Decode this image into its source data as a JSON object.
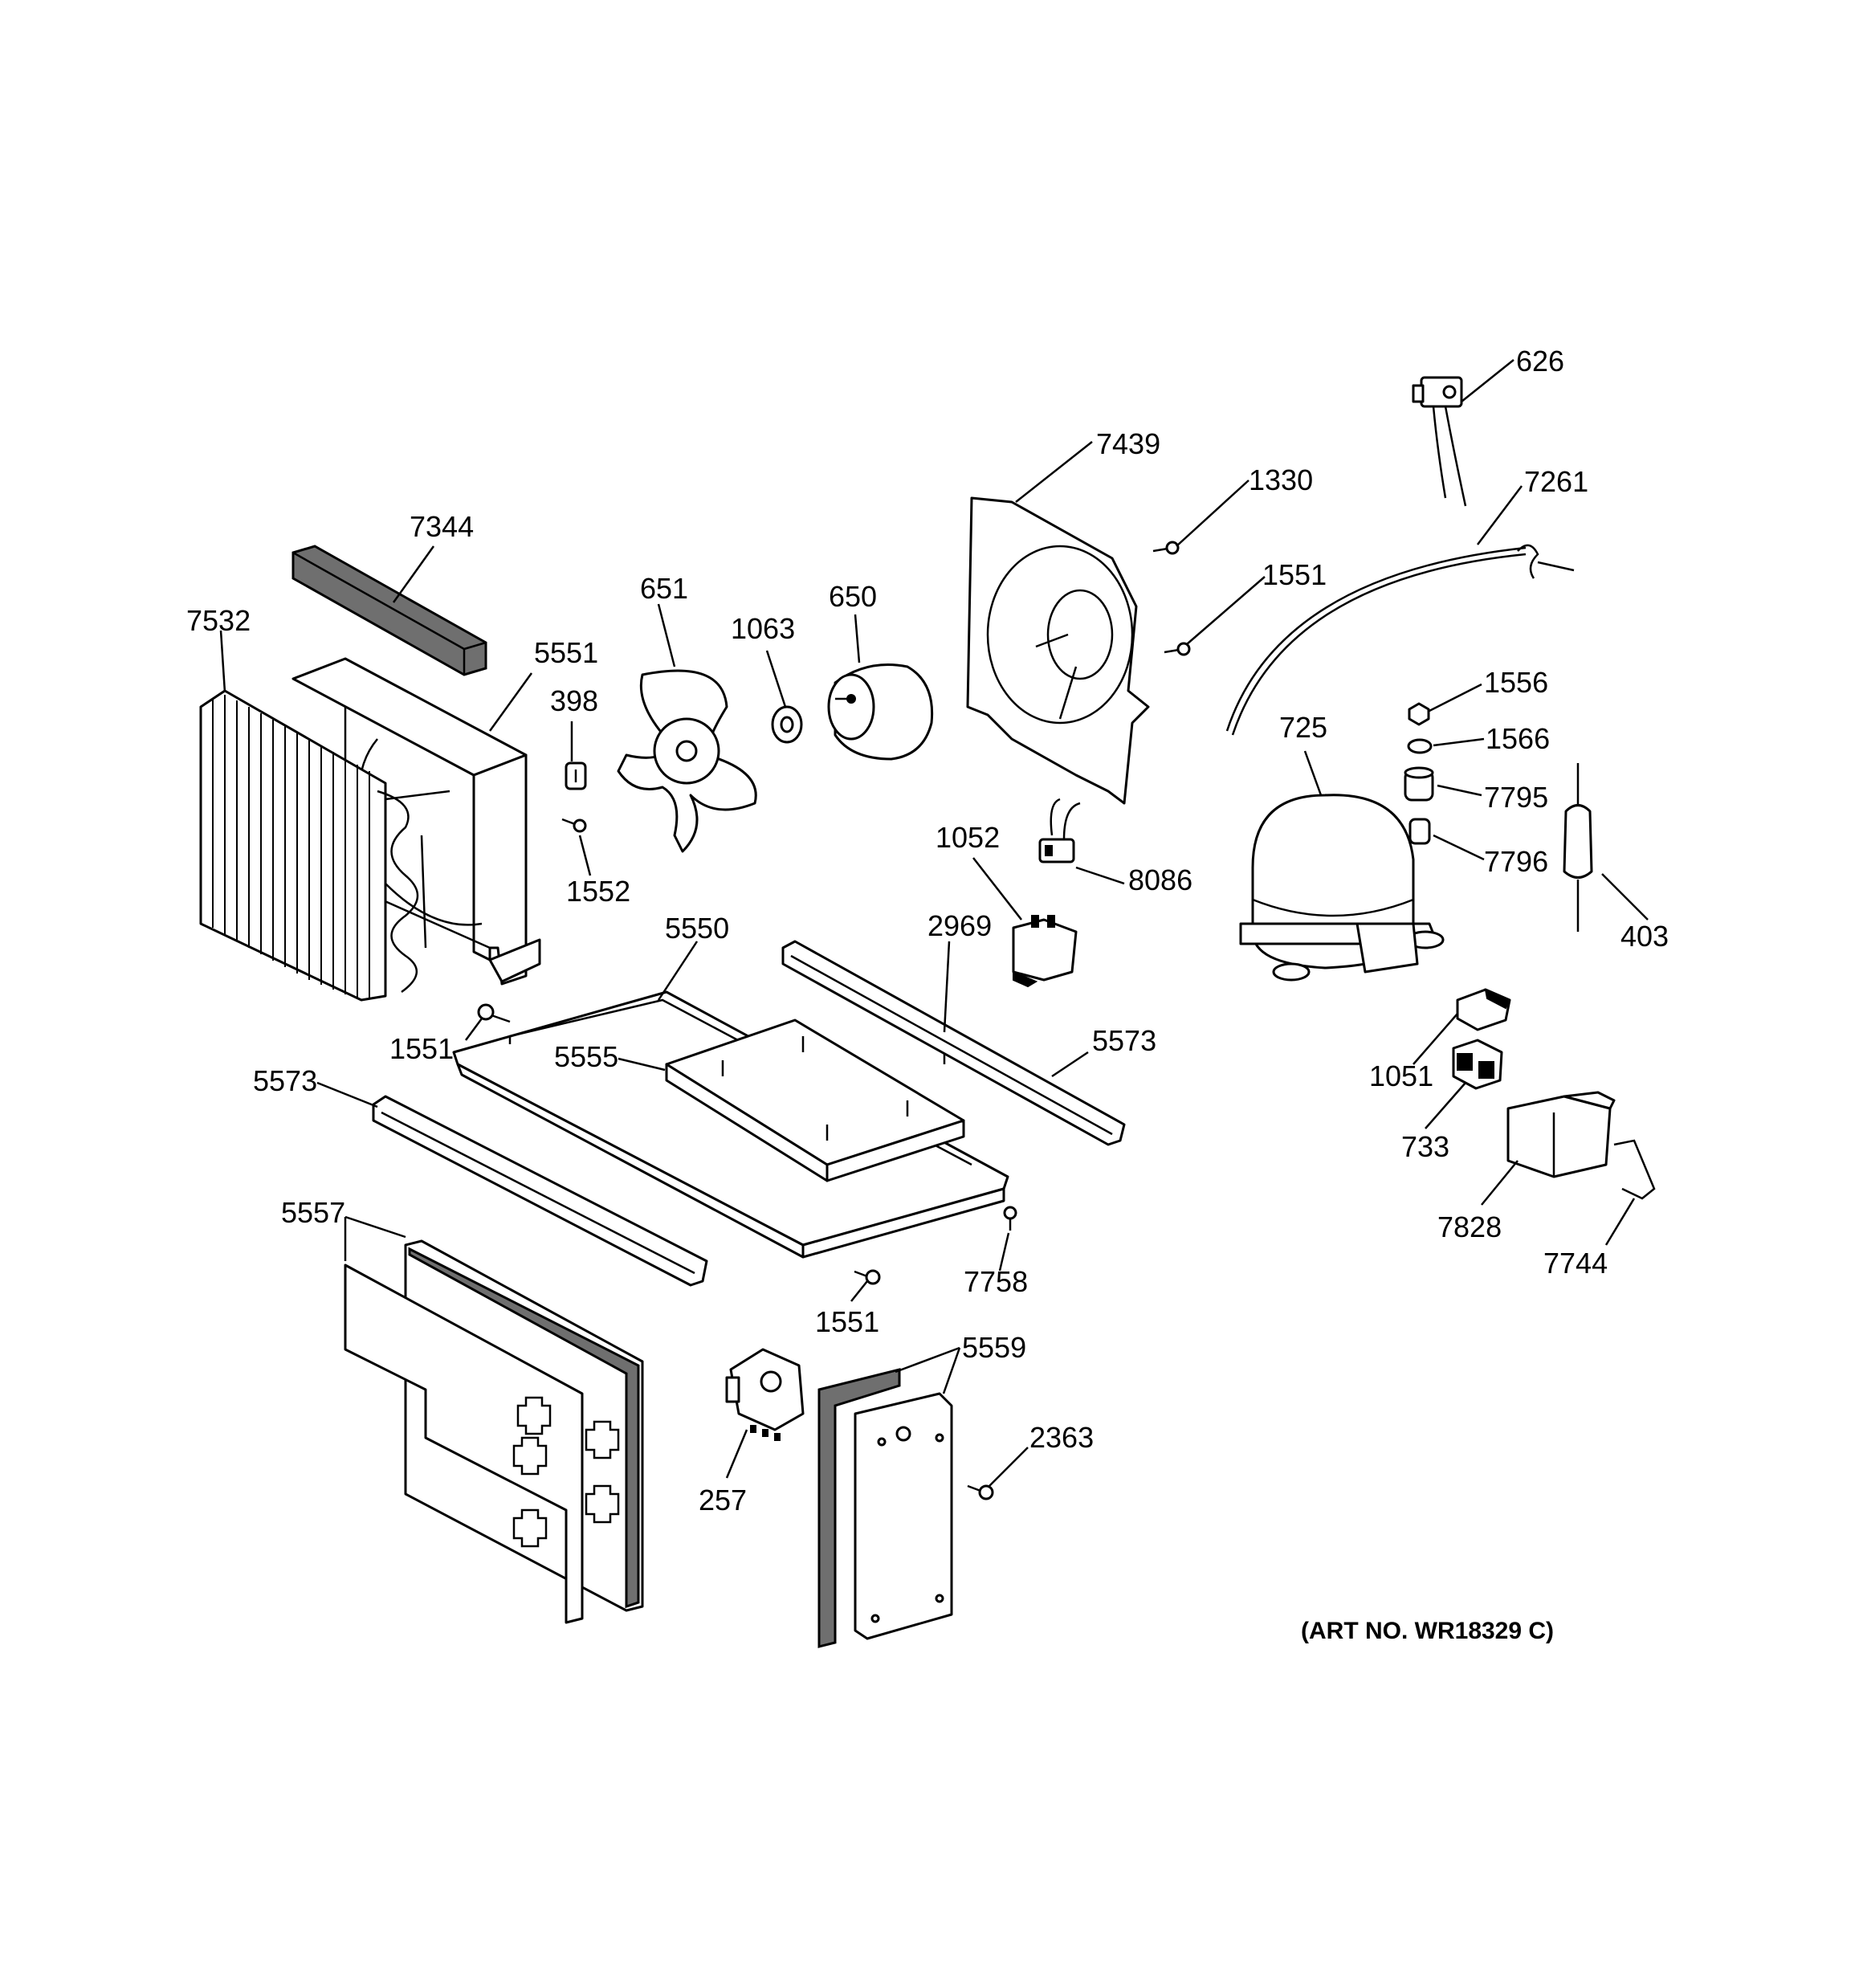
{
  "diagram": {
    "art_number": "(ART NO. WR18329 C)",
    "callouts": [
      {
        "id": "c626",
        "label": "626"
      },
      {
        "id": "c7439",
        "label": "7439"
      },
      {
        "id": "c1330",
        "label": "1330"
      },
      {
        "id": "c7261",
        "label": "7261"
      },
      {
        "id": "c7344",
        "label": "7344"
      },
      {
        "id": "c1551a",
        "label": "1551"
      },
      {
        "id": "c651",
        "label": "651"
      },
      {
        "id": "c650",
        "label": "650"
      },
      {
        "id": "c1063",
        "label": "1063"
      },
      {
        "id": "c7532",
        "label": "7532"
      },
      {
        "id": "c5551",
        "label": "5551"
      },
      {
        "id": "c1556",
        "label": "1556"
      },
      {
        "id": "c398",
        "label": "398"
      },
      {
        "id": "c725",
        "label": "725"
      },
      {
        "id": "c1566",
        "label": "1566"
      },
      {
        "id": "c7795",
        "label": "7795"
      },
      {
        "id": "c1052",
        "label": "1052"
      },
      {
        "id": "c8086",
        "label": "8086"
      },
      {
        "id": "c7796",
        "label": "7796"
      },
      {
        "id": "c1552",
        "label": "1552"
      },
      {
        "id": "c5550",
        "label": "5550"
      },
      {
        "id": "c2969",
        "label": "2969"
      },
      {
        "id": "c403",
        "label": "403"
      },
      {
        "id": "c5573a",
        "label": "5573"
      },
      {
        "id": "c1551b",
        "label": "1551"
      },
      {
        "id": "c5555",
        "label": "5555"
      },
      {
        "id": "c1051",
        "label": "1051"
      },
      {
        "id": "c5573b",
        "label": "5573"
      },
      {
        "id": "c733",
        "label": "733"
      },
      {
        "id": "c7828",
        "label": "7828"
      },
      {
        "id": "c5557",
        "label": "5557"
      },
      {
        "id": "c7744",
        "label": "7744"
      },
      {
        "id": "c7758",
        "label": "7758"
      },
      {
        "id": "c1551c",
        "label": "1551"
      },
      {
        "id": "c5559",
        "label": "5559"
      },
      {
        "id": "c2363",
        "label": "2363"
      },
      {
        "id": "c257",
        "label": "257"
      }
    ]
  }
}
